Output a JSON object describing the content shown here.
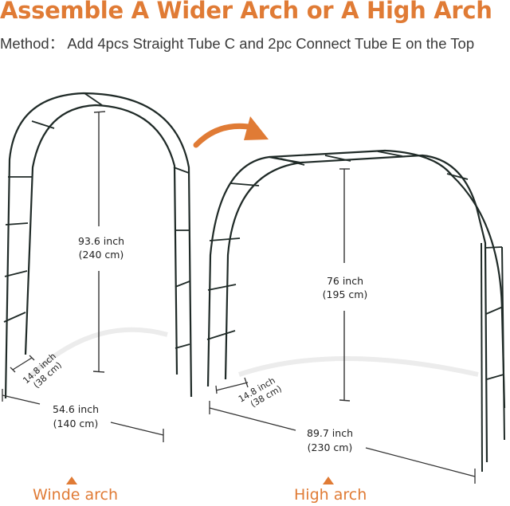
{
  "header": {
    "title": "Assemble A Wider Arch or A High Arch",
    "subtitle": "Method： Add 4pcs Straight Tube C and 2pc Connect Tube E on the Top"
  },
  "colors": {
    "accent": "#e07b35",
    "frame": "#1f2a27",
    "text": "#222222"
  },
  "left_arch": {
    "caption": "Winde arch",
    "height_in": "93.6 inch",
    "height_cm": "(240 cm)",
    "depth_in": "14.8 inch",
    "depth_cm": "(38 cm)",
    "width_in": "54.6 inch",
    "width_cm": "(140  cm)"
  },
  "right_arch": {
    "caption": "High  arch",
    "height_in": "76 inch",
    "height_cm": "(195 cm)",
    "depth_in": "14.8 inch",
    "depth_cm": "(38 cm)",
    "width_in": "89.7 inch",
    "width_cm": "(230 cm)"
  },
  "icons": {
    "transform_arrow": "curved-arrow-right",
    "caption_marker": "triangle-up"
  }
}
